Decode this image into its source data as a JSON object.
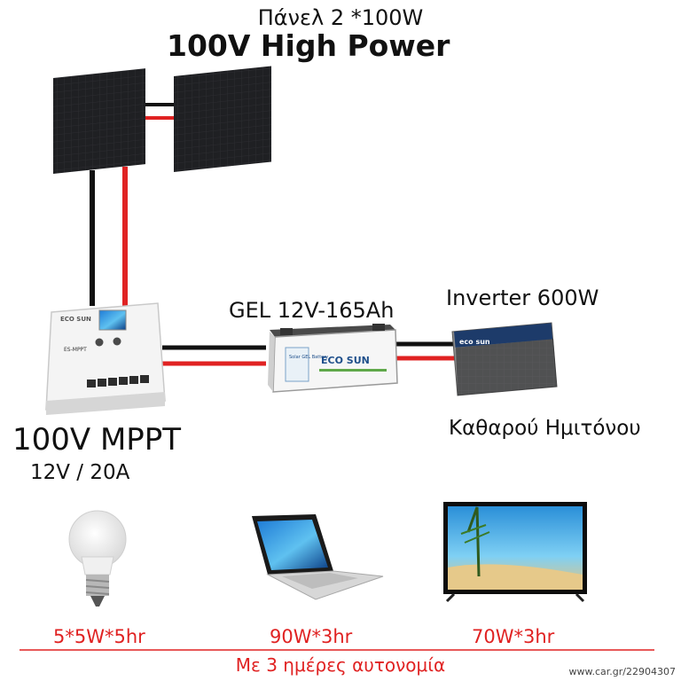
{
  "texts": {
    "panels": "Πάνελ 2 *100W",
    "power": "100V High Power",
    "battery": "GEL 12V-165Ah",
    "inverter": "Inverter 600W",
    "mppt": "100V MPPT",
    "mppt_spec": "12V / 20A",
    "sine": "Καθαρού Ημιτόνου",
    "autonomy": "Με 3 ημέρες αυτονομία",
    "watermark": "www.car.gr/22904307"
  },
  "devices": {
    "controller_brand": "ECO SUN",
    "controller_model": "ES-MPPT",
    "battery_brand": "ECO SUN",
    "battery_label": "Solar GEL Battery",
    "inverter_brand": "eco sun"
  },
  "loads": [
    {
      "label": "5*5W*5hr"
    },
    {
      "label": "90W*3hr"
    },
    {
      "label": "70W*3hr"
    }
  ],
  "colors": {
    "accent": "#e02222",
    "positive_wire": "#e02222",
    "negative_wire": "#111111"
  }
}
